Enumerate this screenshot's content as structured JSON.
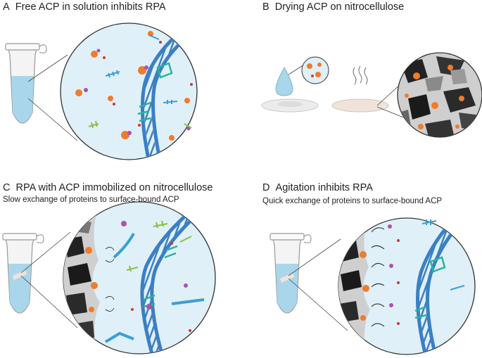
{
  "panels": {
    "a": {
      "letter": "A",
      "title": "Free ACP in solution inhibits RPA"
    },
    "b": {
      "letter": "B",
      "title": "Drying ACP on nitrocellulose"
    },
    "c": {
      "letter": "C",
      "title": "RPA with ACP immobilized on nitrocellulose",
      "subtitle": "Slow exchange of proteins to surface-bound ACP"
    },
    "d": {
      "letter": "D",
      "title": "Agitation inhibits RPA",
      "subtitle": "Quick exchange of proteins to surface-bound ACP"
    }
  },
  "colors": {
    "solution": "#dff0f8",
    "dna": "#3b7fc4",
    "dna_highlight": "#2bb39a",
    "acp_orange": "#f07b2a",
    "protein_purple": "#b04fb0",
    "membrane_dark": "#222222",
    "tube_liquid": "#a9d6ea"
  }
}
